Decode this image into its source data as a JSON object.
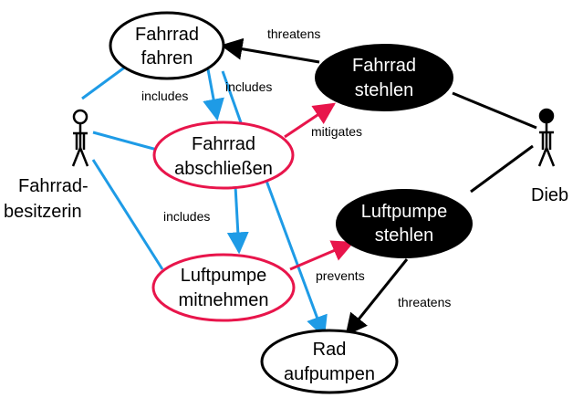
{
  "colors": {
    "normal": "#000000",
    "misuse": "#000000",
    "mitigating": "#e8154b",
    "association": "#1e9be6",
    "include": "#1e9be6",
    "threat": "#000000"
  },
  "actors": {
    "owner": {
      "line1": "Fahrrad-",
      "line2": "besitzerin"
    },
    "thief": {
      "line1": "Dieb"
    }
  },
  "use_cases": {
    "ride": {
      "line1": "Fahrrad",
      "line2": "fahren"
    },
    "steal_bike": {
      "line1": "Fahrrad",
      "line2": "stehlen"
    },
    "lock": {
      "line1": "Fahrrad",
      "line2": "abschließen"
    },
    "steal_pump": {
      "line1": "Luftpumpe",
      "line2": "stehlen"
    },
    "take_pump": {
      "line1": "Luftpumpe",
      "line2": "mitnehmen"
    },
    "inflate": {
      "line1": "Rad",
      "line2": "aufpumpen"
    }
  },
  "relations": {
    "threatens_ride": "threatens",
    "includes_ride_lock_1": "includes",
    "includes_ride_lock_2": "includes",
    "mitigates": "mitigates",
    "includes_lock_pump": "includes",
    "prevents": "prevents",
    "threatens_inflate": "threatens"
  }
}
